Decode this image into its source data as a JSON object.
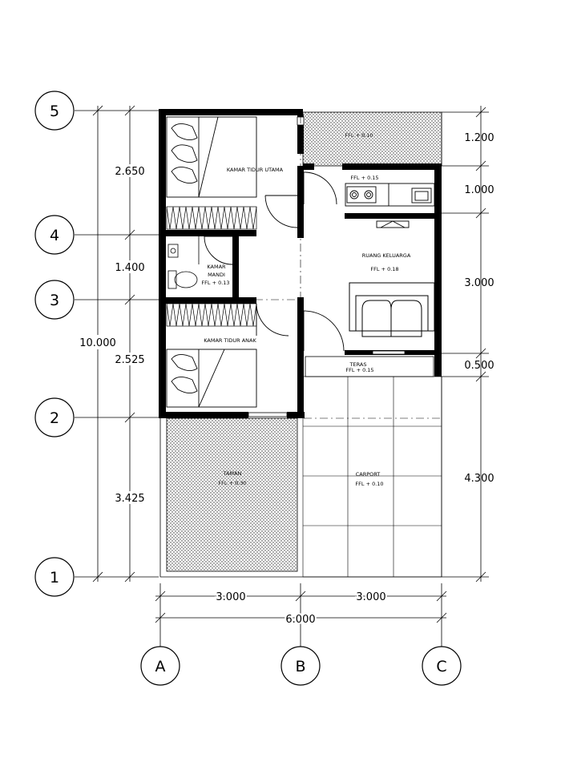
{
  "grid": {
    "rows": [
      "5",
      "4",
      "3",
      "2",
      "1"
    ],
    "cols": [
      "A",
      "B",
      "C"
    ]
  },
  "dims": {
    "left_overall": "10.000",
    "left_segments": [
      "2.650",
      "1.400",
      "2.525",
      "3.425"
    ],
    "right_segments": [
      "1.200",
      "1.000",
      "3.000",
      "0.500",
      "4.300"
    ],
    "bottom_segments": [
      "3.000",
      "3.000"
    ],
    "bottom_overall": "6.000"
  },
  "rooms": {
    "kamar_tidur_utama": "KAMAR TIDUR UTAMA",
    "kamar_mandi_1": "KAMAR",
    "kamar_mandi_2": "MANDI",
    "kamar_mandi_ffl": "FFL + 0.13",
    "kamar_tidur_anak": "KAMAR TIDUR ANAK",
    "garden_top_ffl": "FFL + 0.10",
    "dapur_ffl": "FFL + 0.15",
    "ruang_keluarga": "RUANG KELUARGA",
    "ruang_keluarga_ffl": "FFL + 0.18",
    "teras": "TERAS",
    "teras_ffl": "FFL + 0.15",
    "taman": "TAMAN",
    "taman_ffl": "FFL + 0.30",
    "carport": "CARPORT",
    "carport_ffl": "FFL + 0.10"
  }
}
